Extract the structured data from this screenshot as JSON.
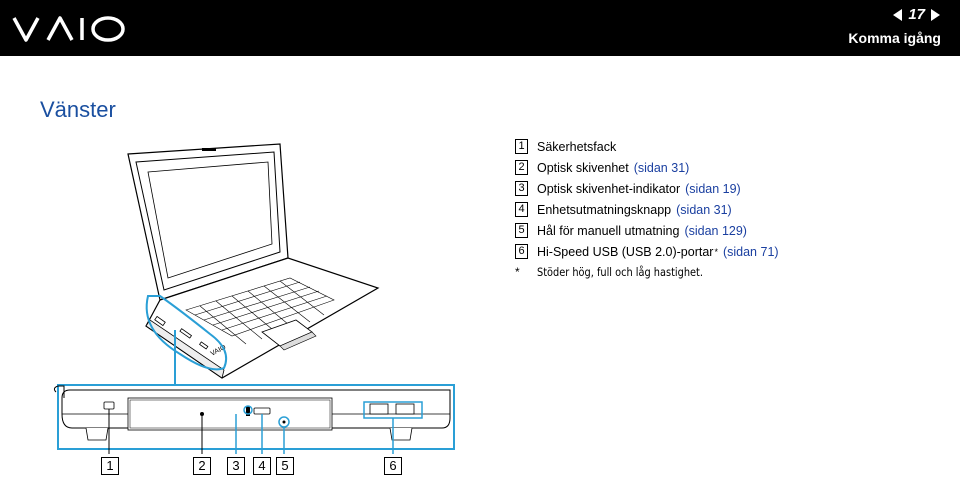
{
  "header": {
    "page_number": "17",
    "section_title": "Komma igång",
    "logo_icon": "vaio-logo"
  },
  "heading": "Vänster",
  "items": [
    {
      "num": "1",
      "text": "Säkerhetsfack",
      "ref": ""
    },
    {
      "num": "2",
      "text": "Optisk skivenhet",
      "ref": "(sidan 31)"
    },
    {
      "num": "3",
      "text": "Optisk skivenhet-indikator",
      "ref": "(sidan 19)"
    },
    {
      "num": "4",
      "text": "Enhetsutmatningsknapp",
      "ref": "(sidan 31)"
    },
    {
      "num": "5",
      "text": "Hål för manuell utmatning",
      "ref": "(sidan 129)"
    },
    {
      "num": "6",
      "text": "Hi-Speed USB (USB 2.0)-portar",
      "sup": "*",
      "ref": "(sidan 71)"
    }
  ],
  "footnote": {
    "mark": "*",
    "text": "Stöder hög, full och låg hastighet."
  },
  "diagram_labels": [
    "1",
    "2",
    "3",
    "4",
    "5",
    "6"
  ],
  "colors": {
    "accent": "#1a4fa0",
    "link": "#1a3fa0",
    "callout": "#2a9fd6"
  }
}
